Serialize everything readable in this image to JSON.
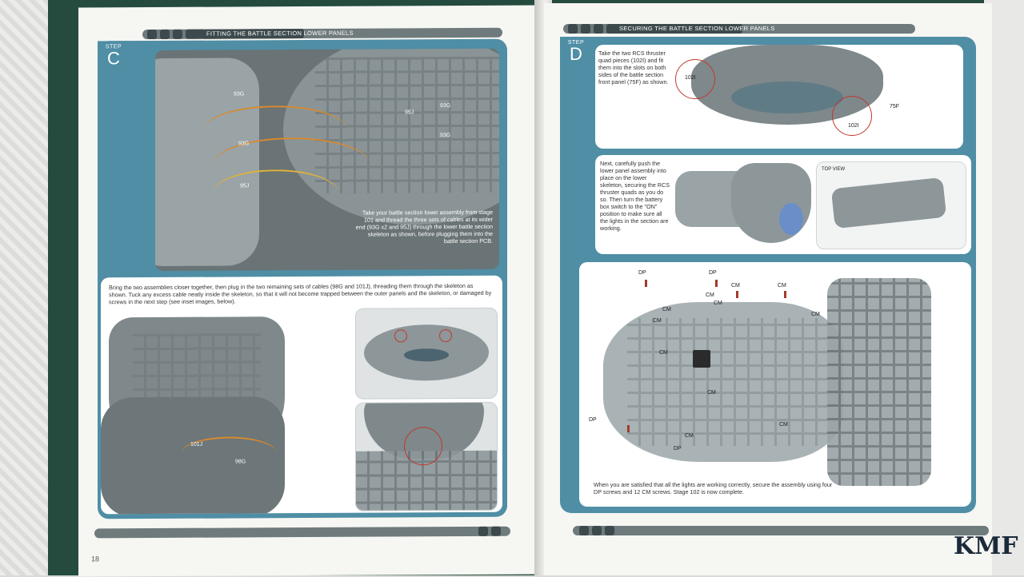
{
  "left_page": {
    "header": "FITTING THE BATTLE SECTION LOWER PANELS",
    "step": {
      "word": "STEP",
      "letter": "C"
    },
    "step_c_text": "Take your battle section lower assembly from stage 101 and thread the three sets of cables at its wider end (93G x2 and 95J) through the lower battle section skeleton as shown, before plugging them into the battle section PCB.",
    "labels_top": [
      "93G",
      "93G",
      "95J",
      "95J",
      "93G",
      "93G"
    ],
    "bottom_text": "Bring the two assemblies closer together, then plug in the two remaining sets of cables (98G and 101J), threading them through the skeleton as shown. Tuck any excess cable neatly inside the skeleton, so that it will not become trapped between the outer panels and the skeleton, or damaged by screws in the next step (see inset images, below).",
    "labels_bottom": [
      "101J",
      "98G"
    ],
    "page_number": "18"
  },
  "right_page": {
    "header": "SECURING THE BATTLE SECTION LOWER PANELS",
    "step": {
      "word": "STEP",
      "letter": "D"
    },
    "step_d_text": "Take the two RCS thruster quad pieces (102I) and fit them into the slots on both sides of the battle section front panel (75F) as shown.",
    "labels_d": [
      "102I",
      "75F",
      "102I"
    ],
    "middle_text": "Next, carefully push the lower panel assembly into place on the lower skeleton, securing the RCS thruster quads as you do so. Then turn the battery box switch to the \"ON\" position to make sure all the lights in the section are working.",
    "top_view_label": "TOP VIEW",
    "screw_labels": [
      "DP",
      "DP",
      "CM",
      "CM",
      "CM",
      "CM",
      "CM",
      "CM",
      "CM",
      "CM",
      "CM",
      "CM",
      "CM",
      "DP",
      "DP"
    ],
    "final_text": "When you are satisfied that all the lights are working correctly, secure the assembly using four DP screws and 12 CM screws. Stage 102 is now complete."
  },
  "watermark": "KMF",
  "colors": {
    "frame_blue": "#4f8ea5",
    "bar_gray": "#6e7a7c",
    "binder_green": "#244b3e"
  }
}
